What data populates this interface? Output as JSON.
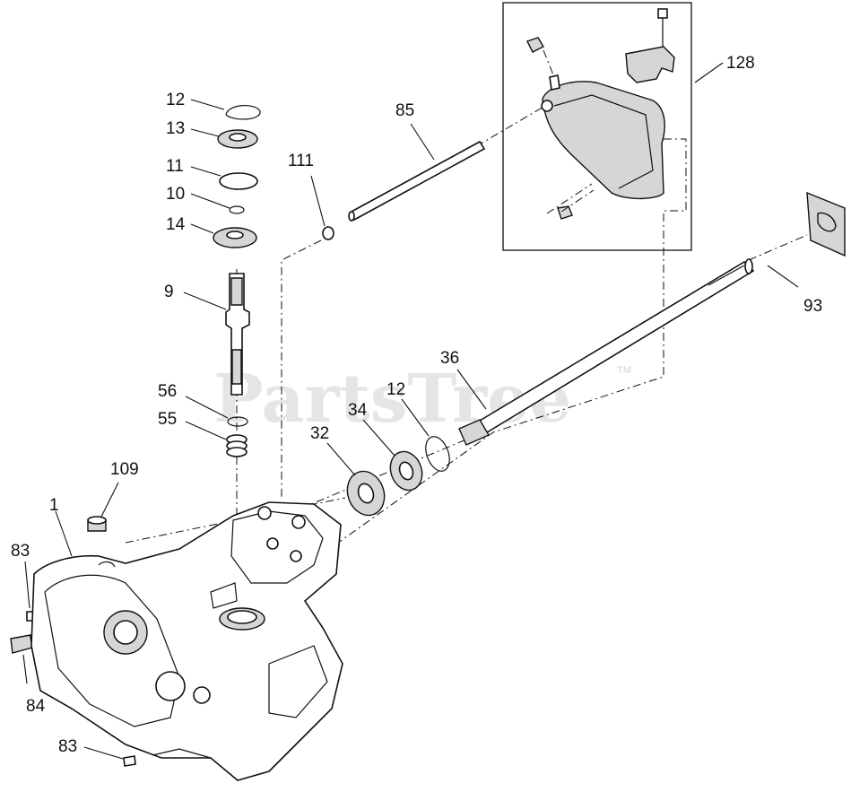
{
  "diagram": {
    "watermark": "PartsTree",
    "trademark": "TM",
    "callouts": {
      "c12a": "12",
      "c13": "13",
      "c11": "11",
      "c10": "10",
      "c14": "14",
      "c9": "9",
      "c56": "56",
      "c55": "55",
      "c111": "111",
      "c85": "85",
      "c128": "128",
      "c93": "93",
      "c36": "36",
      "c12b": "12",
      "c34": "34",
      "c32": "32",
      "c109": "109",
      "c1": "1",
      "c83a": "83",
      "c84": "84",
      "c83b": "83"
    }
  }
}
